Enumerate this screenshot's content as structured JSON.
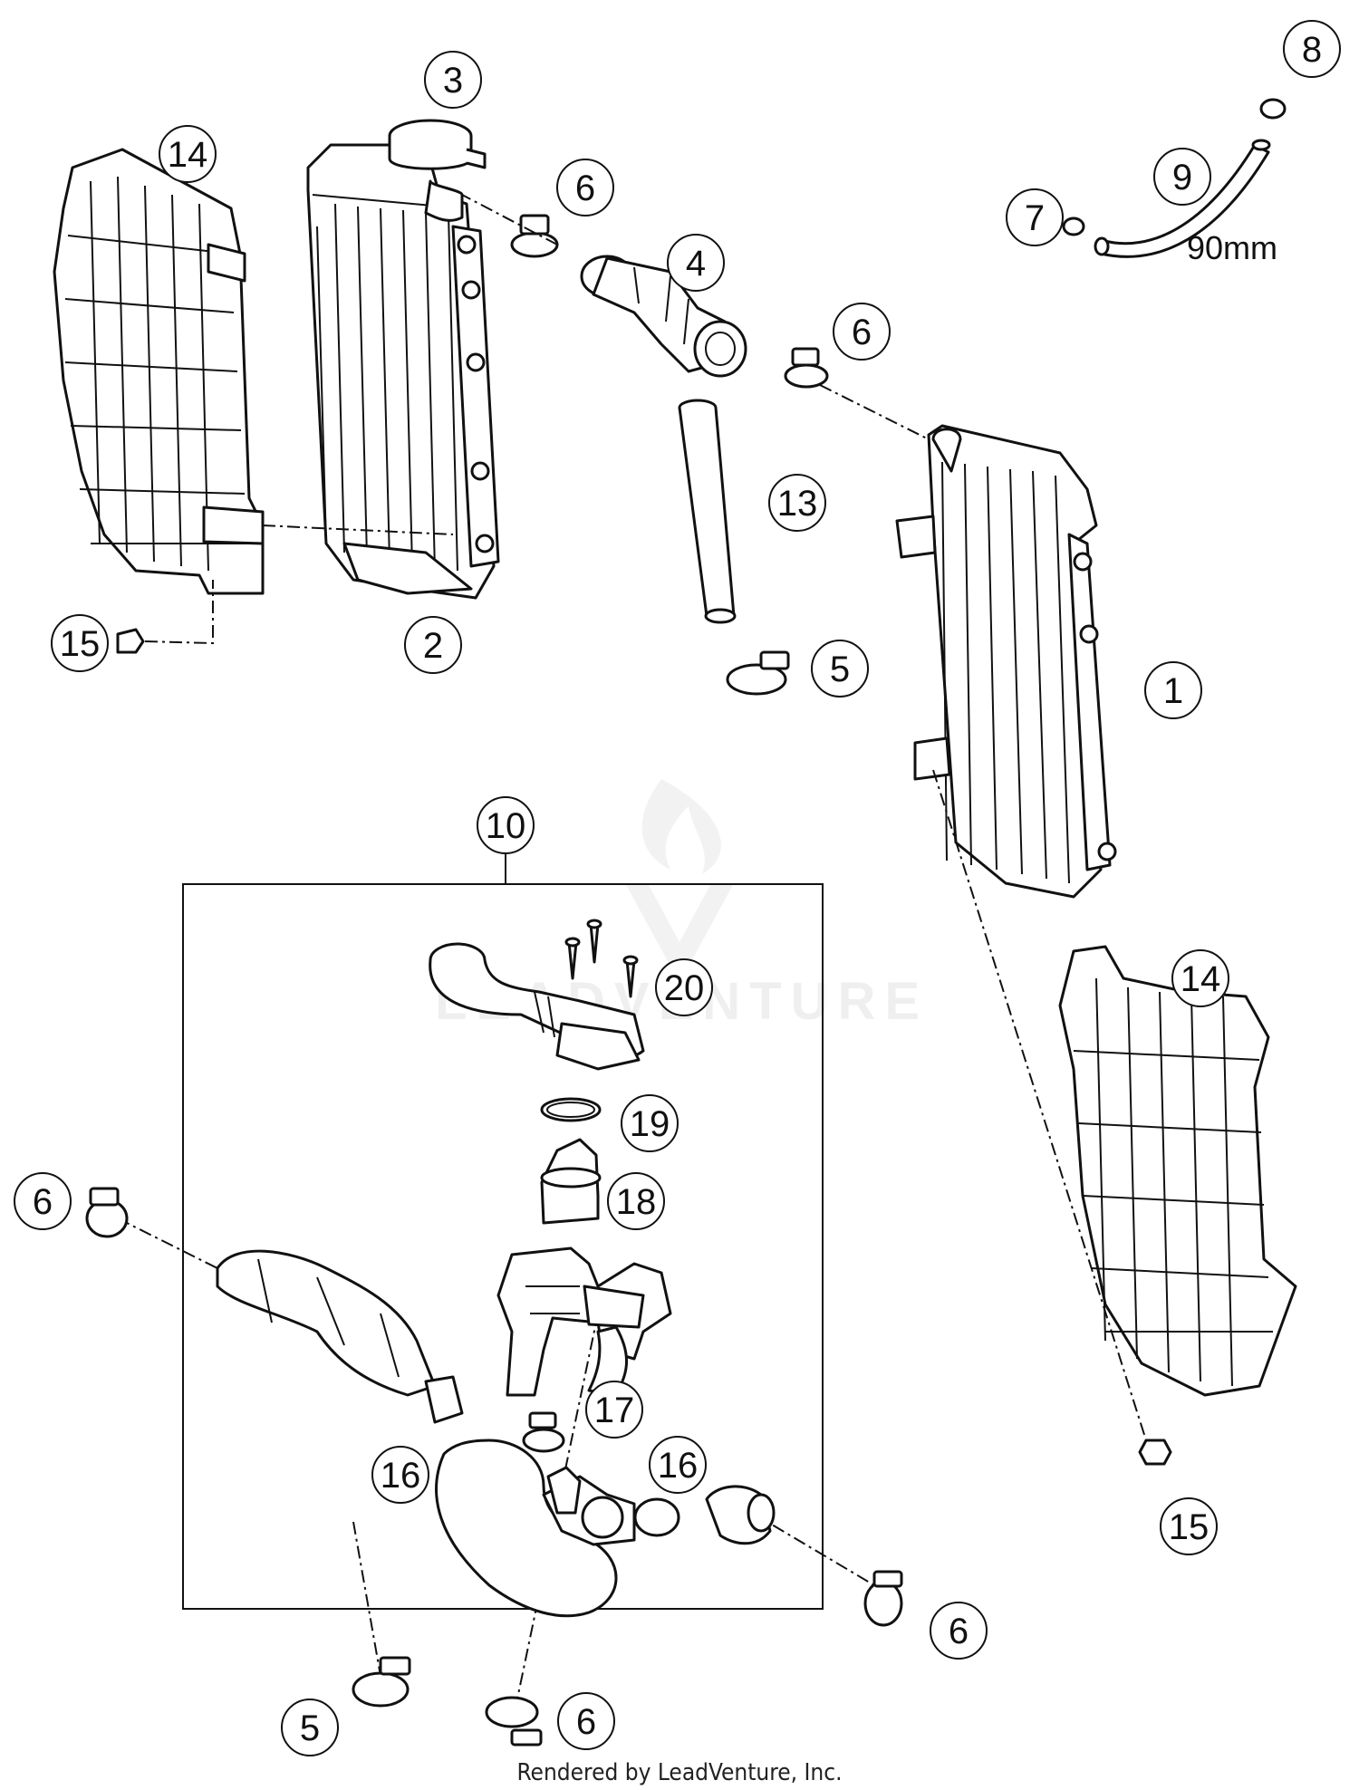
{
  "diagram": {
    "callouts": [
      {
        "id": "1"
      },
      {
        "id": "2"
      },
      {
        "id": "3"
      },
      {
        "id": "4"
      },
      {
        "id": "5"
      },
      {
        "id": "6"
      },
      {
        "id": "7"
      },
      {
        "id": "8"
      },
      {
        "id": "9"
      },
      {
        "id": "10"
      },
      {
        "id": "13"
      },
      {
        "id": "14"
      },
      {
        "id": "15"
      },
      {
        "id": "16"
      },
      {
        "id": "17"
      },
      {
        "id": "18"
      },
      {
        "id": "19"
      },
      {
        "id": "20"
      }
    ],
    "hose_length_note": "90mm",
    "watermark": "LEADVENTURE",
    "footer": "Rendered by LeadVenture, Inc."
  }
}
